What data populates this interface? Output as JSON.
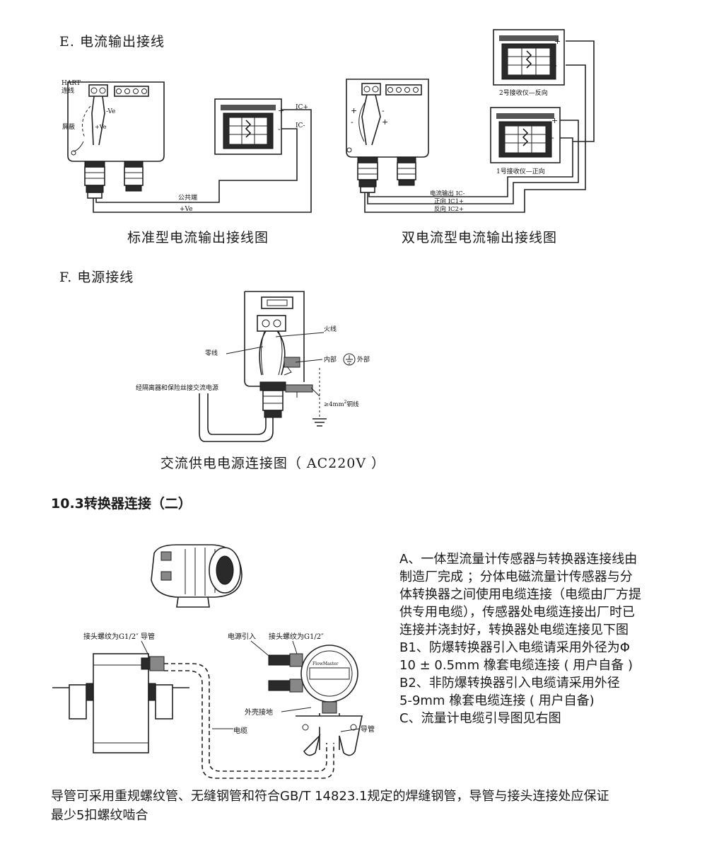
{
  "sectionE": {
    "heading": "E. 电流输出接线",
    "standard": {
      "caption": "标准型电流输出接线图",
      "labels": {
        "hart": "HART",
        "hart2": "连线",
        "neg_ve": "-Ve",
        "pos_ve": "+Ve",
        "shield": "屏蔽",
        "ic_pos": "IC+",
        "ic_neg": "IC-",
        "plus": "+",
        "minus": "-",
        "common": "公共端",
        "pve": "+Ve"
      }
    },
    "dual": {
      "caption": "双电流型电流输出接线图",
      "labels": {
        "recv2": "2号接收仪—反向",
        "recv1": "1号接收仪—正向",
        "out_ic_neg": "电流输出  IC-",
        "fwd_ic1": "正向  IC1+",
        "rev_ic2": "反向  IC2+",
        "plus": "+",
        "minus": "-"
      }
    }
  },
  "sectionF": {
    "heading": "F. 电源接线",
    "caption": "交流供电电源连接图（ AC220V ）",
    "labels": {
      "live": "火线",
      "neutral": "零线",
      "internal": "内部",
      "external": "外部",
      "source": "经隔离器和保险丝接交流电源",
      "wire_prefix": "≥4mm",
      "wire_sup": "2",
      "wire_suffix": "铜线"
    }
  },
  "section103": {
    "heading": "10.3转换器连接（二）",
    "labels": {
      "thread_left": "接头螺纹为G1/2″  导管",
      "power_in": "电源引入",
      "thread_right": "接头螺纹为G1/2″",
      "shell_ground": "外壳接地",
      "cable": "电缆",
      "conduit": "导管",
      "brand": "FlowMaster"
    },
    "paragraph": [
      "A、一体型流量计传感器与转换器连接线由",
      "制造厂完成 ；分体电磁流量计传感器与分",
      "体转换器之间使用电缆连接（电缆由厂方提",
      "供专用电缆），传感器处电缆连接出厂时已",
      "连接并浇封好，转换器处电缆连接见下图",
      "B1、防爆转换器引入电缆请采用外径为Φ",
      "10 ± 0.5mm 橡套电缆连接 ( 用户自备 )",
      "B2、非防爆转换器引入电缆请采用外径",
      "5-9mm 橡套电缆连接 ( 用户自备)",
      "C、流量计电缆引导图见右图"
    ]
  },
  "footer": {
    "line1": "导管可采用重规螺纹管、无缝钢管和符合GB/T 14823.1规定的焊缝钢管，导管与接头连接处应保证",
    "line2": "最少5扣螺纹啮合"
  }
}
